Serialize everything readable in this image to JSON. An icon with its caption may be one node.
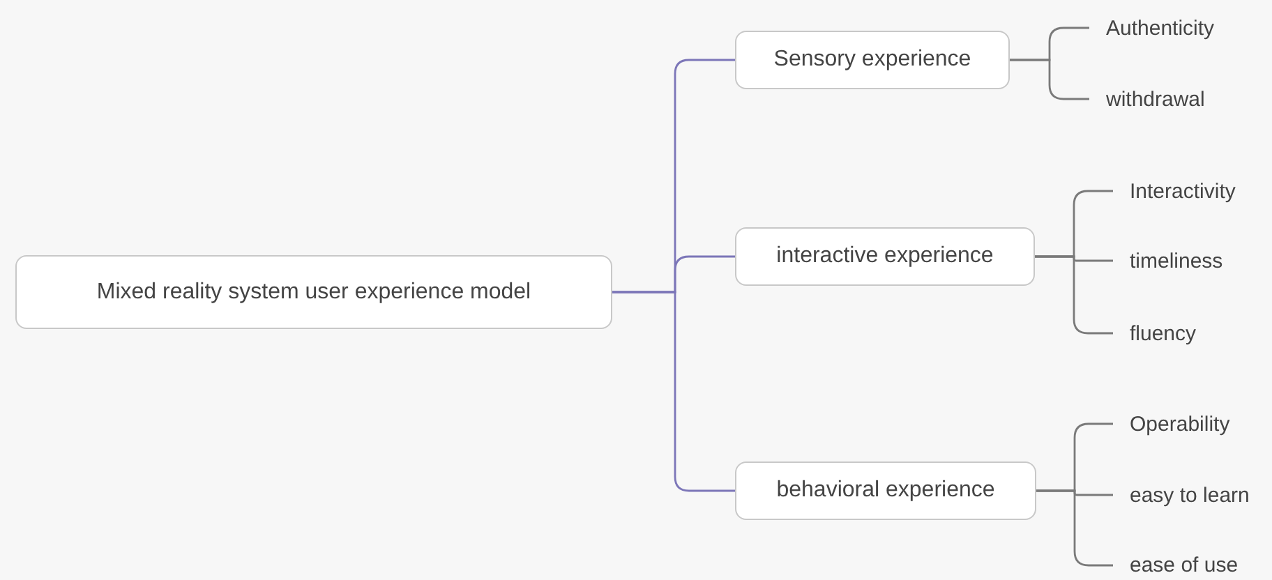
{
  "diagram": {
    "nodes": [
      {
        "text": [
          "Mixed reality system user experience model"
        ]
      },
      {
        "text": [
          "Sensory experience"
        ]
      },
      {
        "text": [
          "Authenticity"
        ]
      },
      {
        "text": [
          "withdrawal"
        ]
      },
      {
        "text": [
          "interactive experience"
        ]
      },
      {
        "text": [
          "Interactivity"
        ]
      },
      {
        "text": [
          "timeliness"
        ]
      },
      {
        "text": [
          "fluency"
        ]
      },
      {
        "text": [
          "behavioral experience"
        ]
      },
      {
        "text": [
          "Operability"
        ]
      },
      {
        "text": [
          "easy to learn"
        ]
      },
      {
        "text": [
          "ease of use"
        ]
      }
    ],
    "edges": [
      {
        "from": 0,
        "to": 1,
        "arrow": "none",
        "color": "#7c76b8"
      },
      {
        "from": 0,
        "to": 4,
        "arrow": "none",
        "color": "#7c76b8"
      },
      {
        "from": 0,
        "to": 8,
        "arrow": "none",
        "color": "#7c76b8"
      },
      {
        "from": 1,
        "to": 2,
        "arrow": "none"
      },
      {
        "from": 1,
        "to": 3,
        "arrow": "none"
      },
      {
        "from": 4,
        "to": 5,
        "arrow": "none"
      },
      {
        "from": 4,
        "to": 6,
        "arrow": "none"
      },
      {
        "from": 4,
        "to": 7,
        "arrow": "none"
      },
      {
        "from": 8,
        "to": 9,
        "arrow": "none"
      },
      {
        "from": 8,
        "to": 10,
        "arrow": "none"
      },
      {
        "from": 8,
        "to": 11,
        "arrow": "none"
      }
    ]
  }
}
